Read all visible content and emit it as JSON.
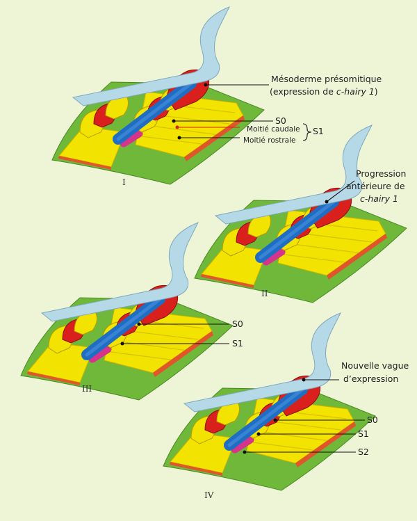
{
  "panels": {
    "p1": {
      "numeral": "I"
    },
    "p2": {
      "numeral": "II"
    },
    "p3": {
      "numeral": "III"
    },
    "p4": {
      "numeral": "IV"
    }
  },
  "labels": {
    "psm_line1": "Mésoderme présomitique",
    "psm_line2_pre": "(expression de ",
    "psm_line2_gene": "c-hairy 1",
    "psm_line2_post": ")",
    "s0": "S0",
    "s1": "S1",
    "s2": "S2",
    "caudal": "Moitié caudale",
    "rostral": "Moitié rostrale",
    "progression_line1": "Progression",
    "progression_line2": "antérieure de",
    "progression_gene": "c-hairy 1",
    "new_wave_line1": "Nouvelle vague",
    "new_wave_line2": "d’expression"
  },
  "colors": {
    "background": "#eef4d6",
    "endoderm_sheet": "#6fb83a",
    "somite_yellow": "#f3e300",
    "expression_red": "#d9201c",
    "neural_tube_blue": "#1f6ec4",
    "notochord_magenta": "#d6338c",
    "ectoderm_sheet": "#b6d9e8"
  }
}
